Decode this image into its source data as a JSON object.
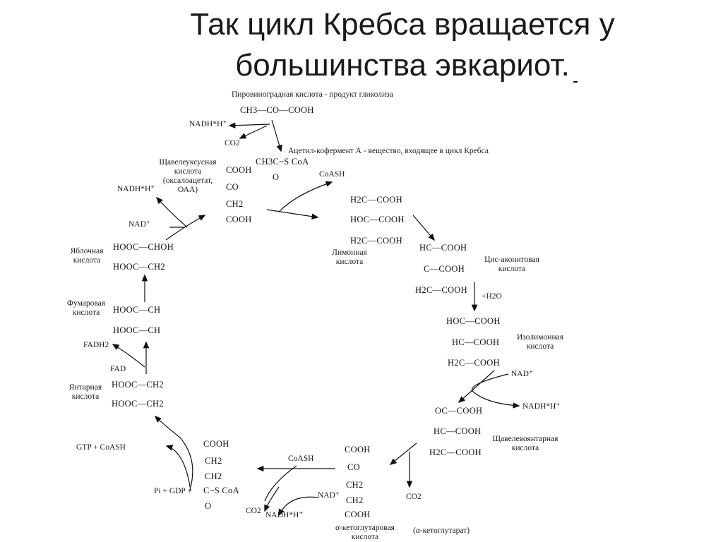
{
  "title": {
    "line1": "Так цикл Кребса вращается у",
    "line2": "большинства эвкариот."
  },
  "diagram": {
    "pyruvate": {
      "caption": "Пировиноградная кислота - продукт гликолиза",
      "formula": "CH3—CO—COOH"
    },
    "acetyl_coa": {
      "caption": "Ацетил-кофермент А - вещество, входящее в цикл Кребса",
      "formula": "CH3C~S CoA",
      "oxygen": "O"
    },
    "oxaloacetate": {
      "name_line1": "Щавелеуксусная",
      "name_line2": "кислота",
      "name_line3": "(оксалоацетат,",
      "name_line4": "ОАА)",
      "rows": [
        "COOH",
        "CO",
        "CH2",
        "COOH"
      ]
    },
    "citrate": {
      "name_line1": "Лимонная",
      "name_line2": "кислота",
      "rows": [
        "H2C—COOH",
        "HOC—COOH",
        "H2C—COOH"
      ]
    },
    "cis_aconitate": {
      "name_line1": "Цис-аконитовая",
      "name_line2": "кислота",
      "rows": [
        "HC—COOH",
        "C—COOH",
        "H2C—COOH"
      ]
    },
    "isocitrate": {
      "name_line1": "Изолимонная",
      "name_line2": "кислота",
      "rows": [
        "HOC—COOH",
        "HC—COOH",
        "H2C—COOH"
      ]
    },
    "oxalosuccinate": {
      "name_line1": "Щавелевоянтарная",
      "name_line2": "кислота",
      "rows": [
        "OC—COOH",
        "HC—COOH",
        "H2C—COOH"
      ]
    },
    "alpha_kg": {
      "name_line1": "α-кетоглутаровая",
      "name_line2": "кислота",
      "alt": "(α-кетоглутарат)",
      "rows": [
        "COOH",
        "CO",
        "CH2",
        "CH2",
        "COOH"
      ]
    },
    "succinyl_coa": {
      "rows": [
        "COOH",
        "CH2",
        "CH2",
        "C~S CoA",
        "O"
      ]
    },
    "succinate": {
      "name_line1": "Янтарная",
      "name_line2": "кислота",
      "rows": [
        "HOOC—CH2",
        "HOOC—CH2"
      ]
    },
    "fumarate": {
      "name_line1": "Фумаровая",
      "name_line2": "кислота",
      "rows": [
        "HOOC—CH",
        "HOOC—CH"
      ]
    },
    "malate": {
      "name_line1": "Яблочная",
      "name_line2": "кислота",
      "rows": [
        "HOOC—CHOH",
        "HOOC—CH2"
      ]
    },
    "cofactors": {
      "nadh_top": "NADH*H⁺",
      "co2_top": "CO2",
      "coash_top": "CoASH",
      "nadh_left": "NADH*H⁺",
      "nad_left": "NAD⁺",
      "h2o": "+H2O",
      "nad_right": "NAD⁺",
      "nadh_right": "NADH*H⁺",
      "co2_right": "CO2",
      "coash_bottom": "CoASH",
      "nad_bottom": "NAD⁺",
      "co2_bottom": "CO2",
      "nadh_bottom": "NADH*H⁺",
      "gtp": "GTP + CoASH",
      "gdp": "Pi + GDP +",
      "fadh2": "FADH2",
      "fad": "FAD"
    }
  }
}
